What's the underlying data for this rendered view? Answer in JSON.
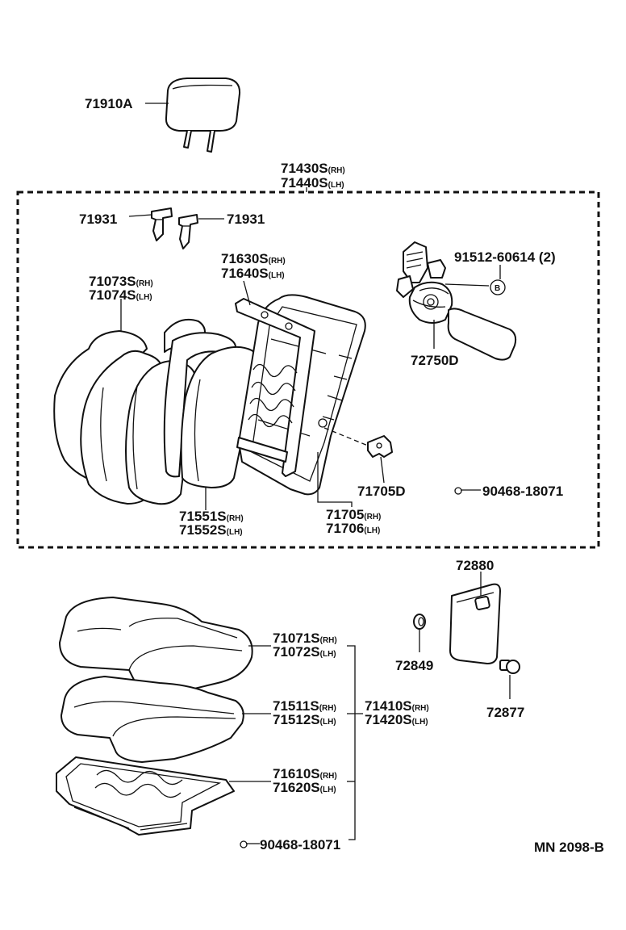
{
  "labels": {
    "headrest": "71910A",
    "clip_left": "71931",
    "clip_right": "71931",
    "back_assy_rh": "71430S",
    "back_assy_lh": "71440S",
    "back_cover_rh": "71073S",
    "back_cover_lh": "71074S",
    "back_frame_rh": "71630S",
    "back_frame_lh": "71640S",
    "back_pad_rh": "71551S",
    "back_pad_lh": "71552S",
    "hinge_part": "71705D",
    "hinge_rh": "71705",
    "hinge_lh": "71706",
    "screw_back": "90468-18071",
    "bolt": "91512-60614 (2)",
    "bolt_ref": "B",
    "recliner": "72750D",
    "cover_72880": "72880",
    "cap_72849": "72849",
    "cap_72877": "72877",
    "cush_cover_rh": "71071S",
    "cush_cover_lh": "71072S",
    "cush_pad_rh": "71511S",
    "cush_pad_lh": "71512S",
    "cush_assy_rh": "71410S",
    "cush_assy_lh": "71420S",
    "cush_frame_rh": "71610S",
    "cush_frame_lh": "71620S",
    "screw_cush": "90468-18071",
    "diagram_code": "MN 2098-B"
  },
  "suffix": {
    "rh": "(RH)",
    "lh": "(LH)"
  }
}
